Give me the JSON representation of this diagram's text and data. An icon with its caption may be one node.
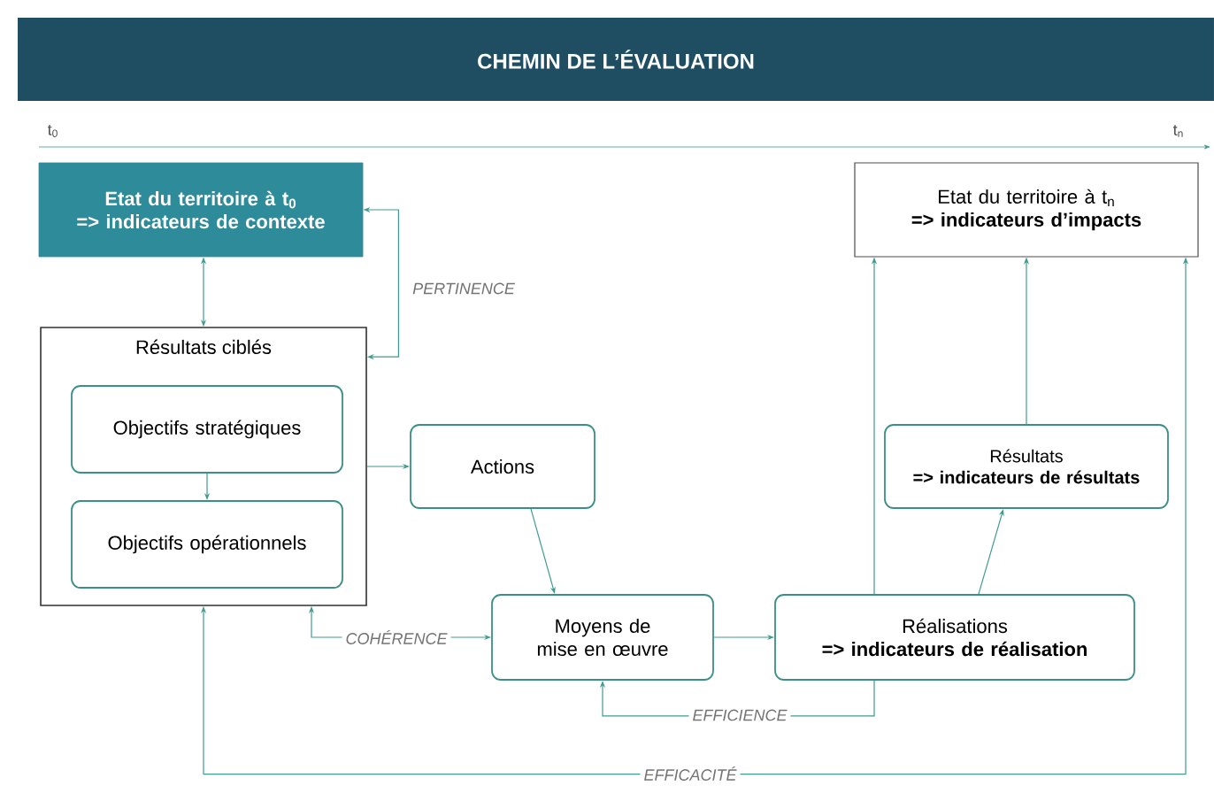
{
  "diagram": {
    "title": "CHEMIN DE L’ÉVALUATION",
    "nodes": [
      {
        "text": [
          "Etat du territoire à t$_{0}$",
          "=> indicateurs de contexte"
        ]
      },
      {
        "text": [
          "Résultats ciblés"
        ]
      },
      {
        "text": [
          "Objectifs stratégiques"
        ],
        "in": 1
      },
      {
        "text": [
          "Objectifs opérationnels"
        ],
        "in": 1
      },
      {
        "text": [
          "Actions"
        ]
      },
      {
        "text": [
          "Moyens de mise en œuvre"
        ]
      },
      {
        "text": [
          "Réalisations",
          "=> indicateurs de réalisation"
        ]
      },
      {
        "text": [
          "Résultats",
          "=> indicateurs de résultats"
        ]
      },
      {
        "text": [
          "Etat du territoire à t$_{n}$",
          "=> indicateurs d’impacts"
        ]
      }
    ],
    "edges": [
      {
        "from": 0,
        "to": 1,
        "arrow": "both"
      },
      {
        "from": 0,
        "to": 1,
        "arrow": "both",
        "label": "PERTINENCE"
      },
      {
        "from": 2,
        "to": 3,
        "arrow": "to"
      },
      {
        "from": 1,
        "to": 4,
        "arrow": "to"
      },
      {
        "from": 4,
        "to": 5,
        "arrow": "to"
      },
      {
        "from": 1,
        "to": 5,
        "arrow": "both",
        "label": "COHÉRENCE"
      },
      {
        "from": 5,
        "to": 6,
        "arrow": "to"
      },
      {
        "from": 6,
        "to": 5,
        "arrow": "to",
        "label": "EFFICIENCE"
      },
      {
        "from": 6,
        "to": 7,
        "arrow": "to"
      },
      {
        "from": 6,
        "to": 8,
        "arrow": "to"
      },
      {
        "from": 7,
        "to": 8,
        "arrow": "to"
      },
      {
        "from": 8,
        "to": 1,
        "arrow": "both",
        "label": "EFFICACITÉ"
      }
    ],
    "labels": [
      "t$_{0}$",
      "t$_{n}$"
    ]
  }
}
